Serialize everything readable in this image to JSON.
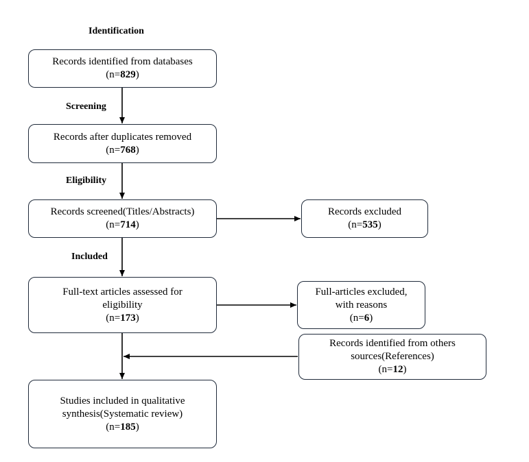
{
  "stages": {
    "identification": "Identification",
    "screening": "Screening",
    "eligibility": "Eligibility",
    "included": "Included"
  },
  "boxes": {
    "identified": {
      "lines": [
        "Records identified from databases"
      ],
      "n": "829"
    },
    "deduplicated": {
      "lines": [
        "Records after duplicates removed"
      ],
      "n": "768"
    },
    "screened": {
      "lines": [
        "Records screened(Titles/Abstracts)"
      ],
      "n": "714"
    },
    "excluded": {
      "lines": [
        "Records excluded"
      ],
      "n": "535"
    },
    "fulltext": {
      "lines": [
        "Full-text articles assessed for",
        "eligibility"
      ],
      "n": "173"
    },
    "fulltext_excluded": {
      "lines": [
        "Full-articles excluded,",
        "with reasons"
      ],
      "n": "6"
    },
    "other_sources": {
      "lines": [
        "Records identified from others",
        "sources(References)"
      ],
      "n": "12"
    },
    "included": {
      "lines": [
        "Studies included in qualitative",
        "synthesis(Systematic review)"
      ],
      "n": "185"
    }
  },
  "n_prefix": "(n=",
  "n_suffix": ")",
  "colors": {
    "border": "#1f2a3a",
    "arrow": "#000000"
  }
}
